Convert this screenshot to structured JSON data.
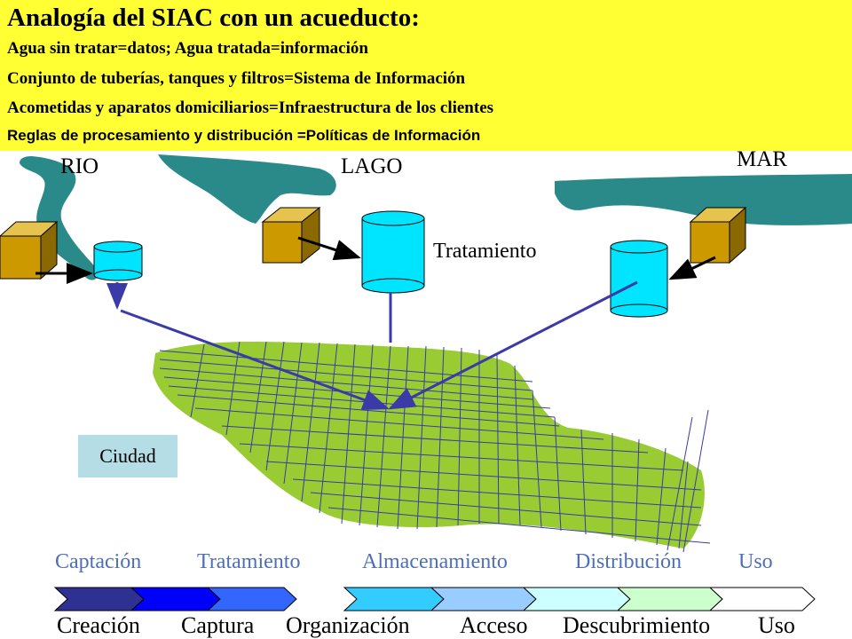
{
  "header": {
    "title": "Analogía del SIAC con un acueducto:",
    "lines": [
      "Agua sin tratar=datos;  Agua tratada=información",
      "Conjunto de tuberías, tanques y filtros=Sistema de Información",
      "Acometidas y aparatos domiciliarios=Infraestructura de los clientes",
      "Reglas de procesamiento y distribución =Políticas de Información"
    ]
  },
  "diagram": {
    "sources": {
      "river": "RIO",
      "lake": "LAGO",
      "sea": "MAR"
    },
    "treatment": "Tratamiento",
    "city": "Ciudad"
  },
  "stages_top": [
    "Captación",
    "Tratamiento",
    "Almacenamiento",
    "Distribución",
    "Uso"
  ],
  "stages_bottom": [
    "Creación",
    "Captura",
    "Organización",
    "Acceso",
    "Descubrimiento",
    "Uso"
  ],
  "colors": {
    "header_bg": "#ffff33",
    "water": "#2a8a8a",
    "tank": "#00e5ff",
    "box": "#cc9900",
    "city": "#99cc33",
    "city_label_bg": "#b4dde6",
    "arrow": "#3a3aa8",
    "stage_top_text": "#4e6fb8",
    "chevrons": [
      "#2e3192",
      "#0000ff",
      "#3366ff",
      "#33ccff",
      "#99ccff",
      "#ccffff",
      "#ccffcc",
      "#ffffff"
    ]
  }
}
